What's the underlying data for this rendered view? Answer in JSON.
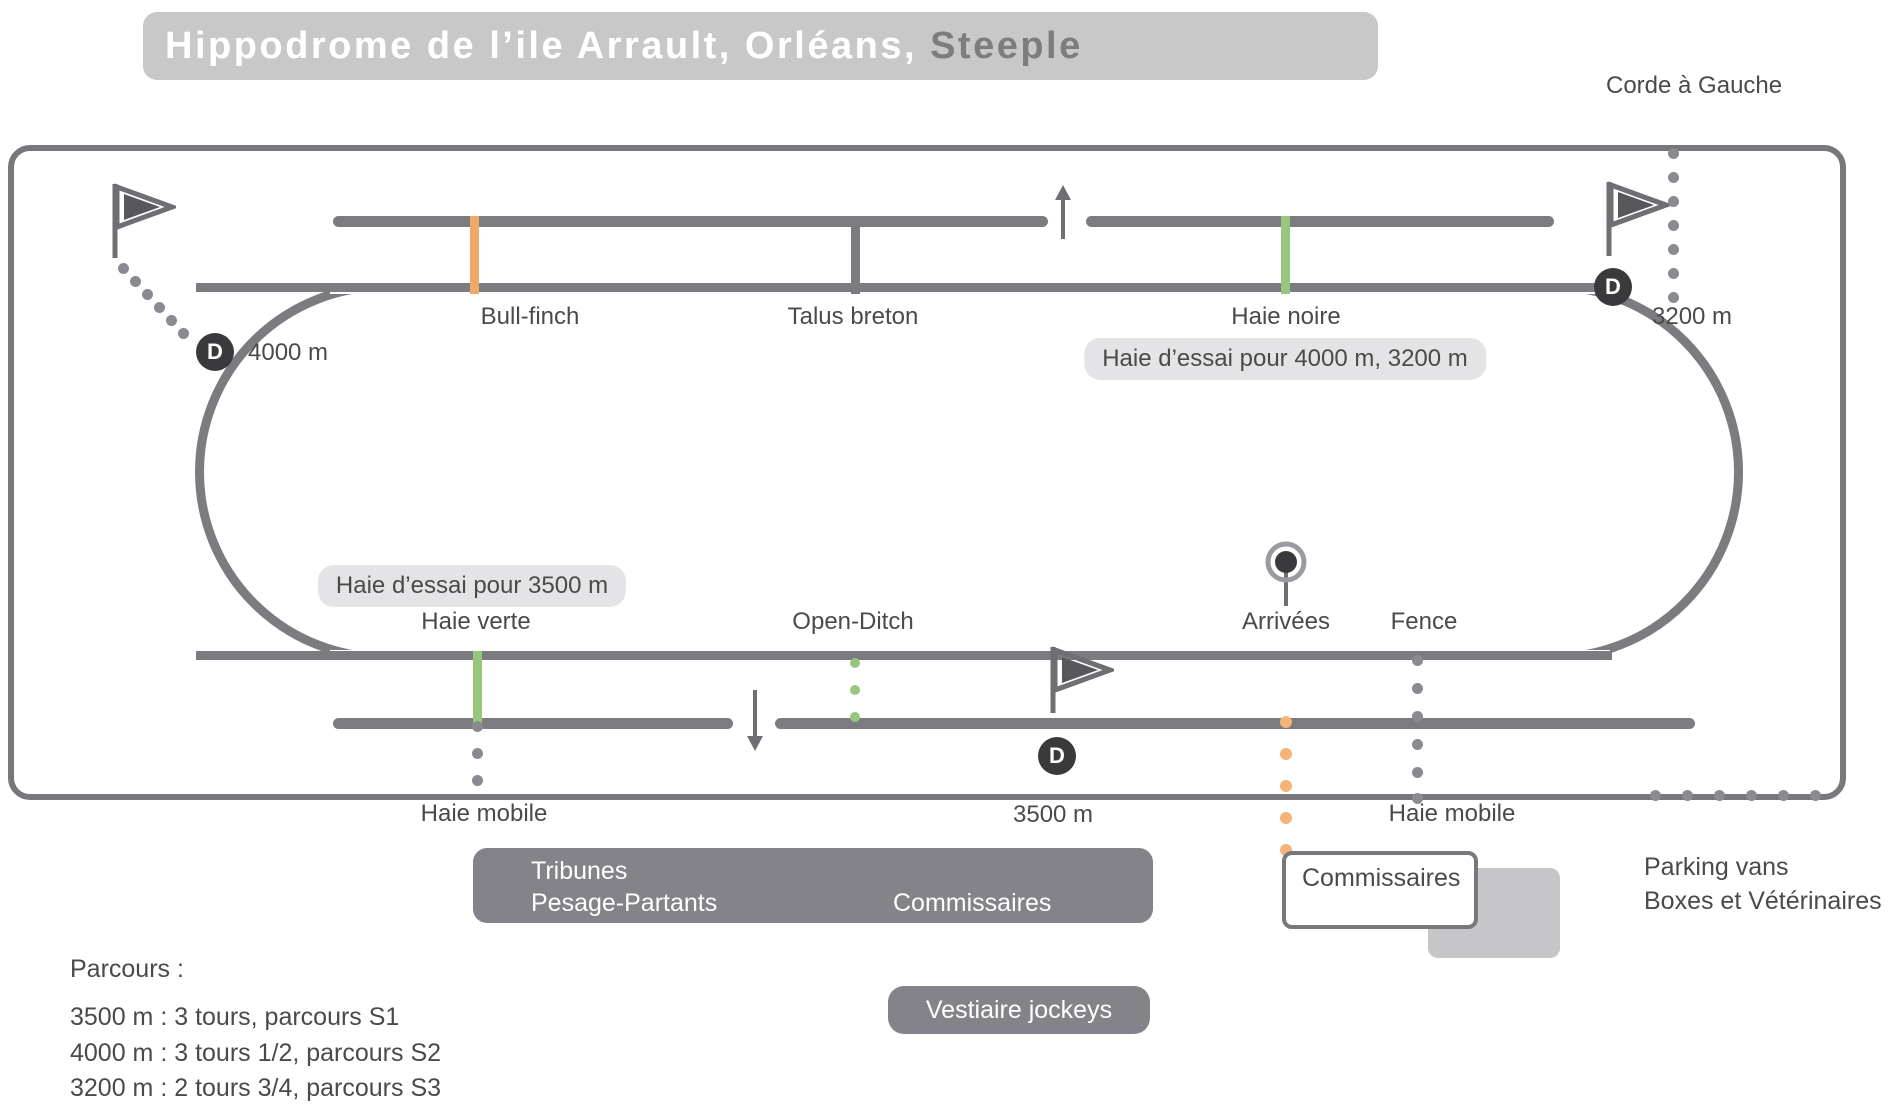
{
  "header": {
    "title_main": "Hippodrome de l’ile Arrault, Orléans, ",
    "title_sub": "Steeple",
    "corde": "Corde à Gauche"
  },
  "colors": {
    "track_gray": "#7b7b80",
    "boundary_gray": "#77777c",
    "badge_dark": "#3a3a3c",
    "title_pill": "#c8c8c8",
    "building_gray": "#838389",
    "pill_light": "#e4e4e6",
    "orange": "#f0a868",
    "green": "#97c77f",
    "text": "#4a4a4a"
  },
  "obstacles": {
    "top": [
      {
        "name": "Bull-finch",
        "color": "orange"
      },
      {
        "name": "Talus breton",
        "color": "gray"
      },
      {
        "name": "Haie noire",
        "color": "green"
      }
    ],
    "bottom": [
      {
        "name": "Haie verte",
        "color": "green"
      },
      {
        "name": "Open-Ditch",
        "color": "green-dotted"
      },
      {
        "name": "Fence",
        "color": "gray-dotted"
      },
      {
        "name": "Haie mobile",
        "color": "gray-dotted"
      },
      {
        "name": "Haie mobile",
        "color": "gray-dotted"
      }
    ]
  },
  "labels": {
    "haie_essai_top": "Haie d’essai pour 4000 m, 3200 m",
    "haie_essai_bottom": "Haie d’essai pour 3500 m",
    "arrivees": "Arrivées",
    "fence": "Fence",
    "haie_mobile_left": "Haie mobile",
    "haie_mobile_right": "Haie mobile"
  },
  "distance_markers": [
    {
      "code": "D",
      "label": "4000 m"
    },
    {
      "code": "D",
      "label": "3200 m"
    },
    {
      "code": "D",
      "label": "3500 m"
    }
  ],
  "buildings": {
    "tribunes_line1": "Tribunes",
    "tribunes_line2": "Pesage-Partants",
    "commissaires_main": "Commissaires",
    "commissaires_box": "Commissaires",
    "vestiaire": "Vestiaire jockeys",
    "parking_line1": "Parking vans",
    "parking_line2": "Boxes et Vétérinaires"
  },
  "legend": {
    "title": "Parcours :",
    "lines": [
      "3500 m : 3 tours, parcours S1",
      "4000 m : 3 tours 1/2, parcours S2",
      "3200 m : 2 tours 3/4, parcours S3"
    ]
  }
}
